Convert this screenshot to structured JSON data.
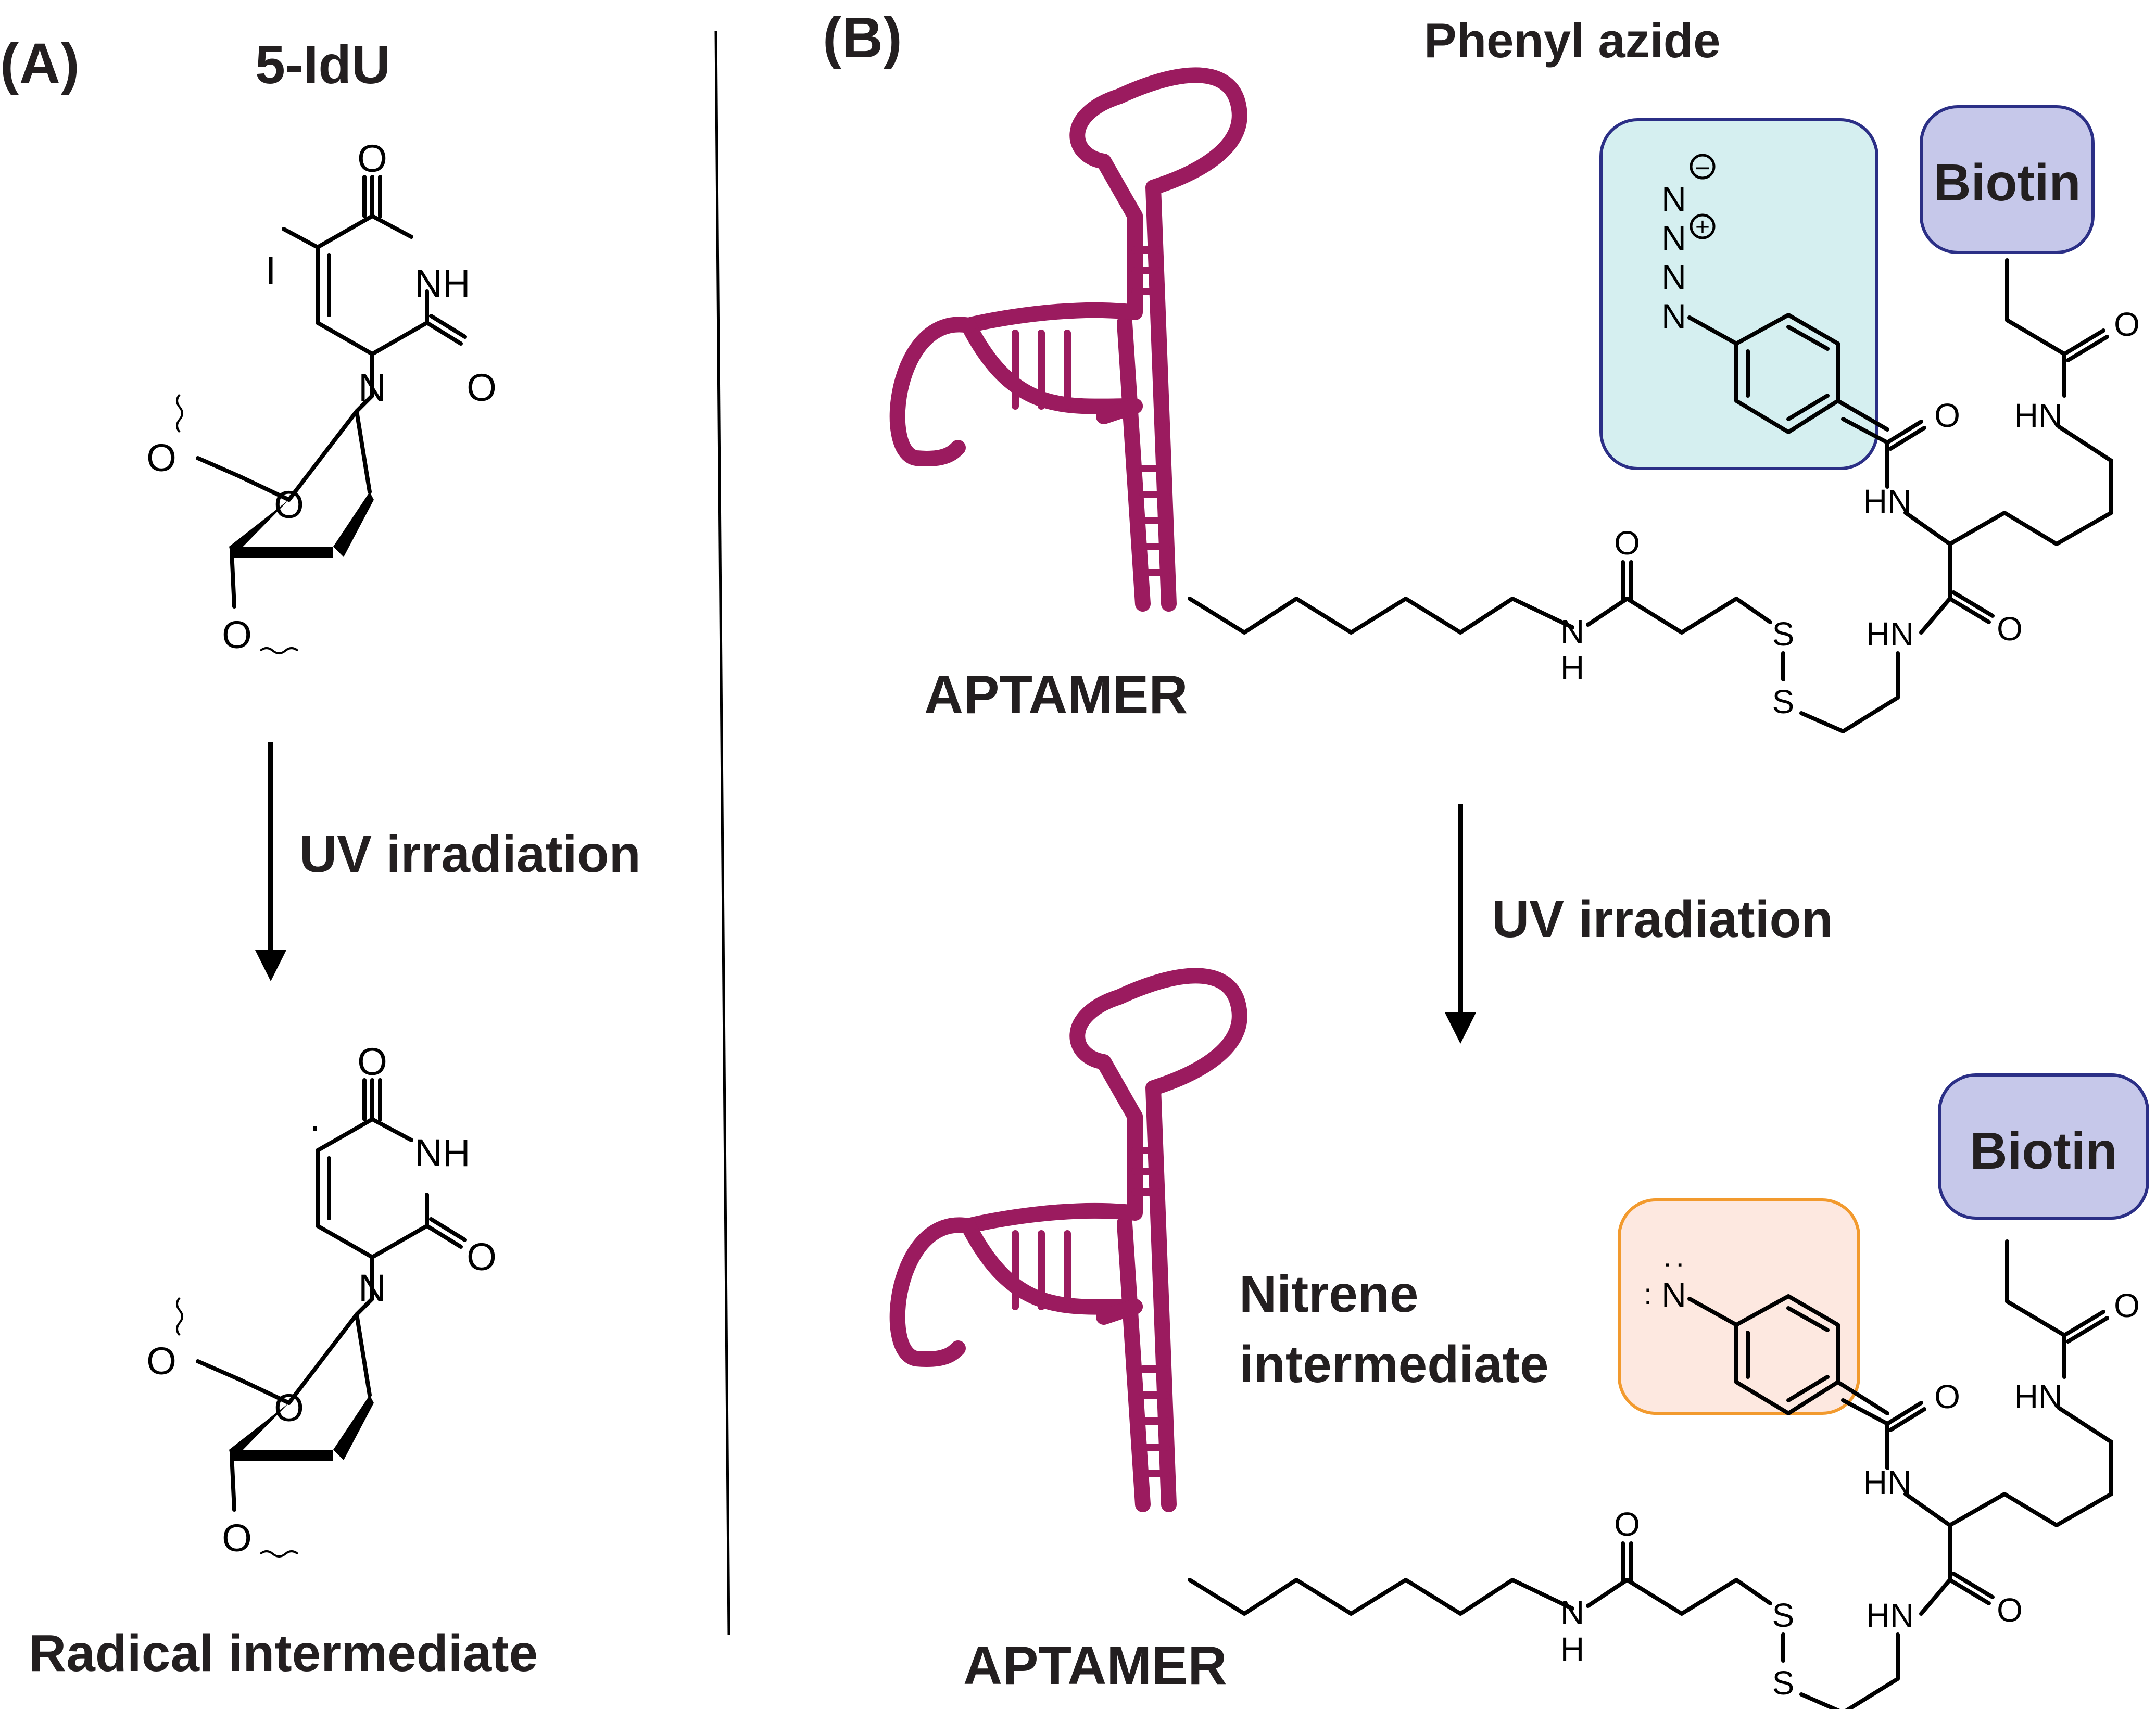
{
  "panel_a": {
    "label": "(A)",
    "compound": "5-IdU",
    "arrow_label": "UV irradiation",
    "product": "Radical intermediate",
    "atoms": {
      "O": "O",
      "NH": "NH",
      "N": "N",
      "I": "I",
      "radical": "·"
    }
  },
  "panel_b": {
    "label": "(B)",
    "title": "Phenyl azide",
    "aptamer": "APTAMER",
    "biotin": "Biotin",
    "arrow_label": "UV irradiation",
    "product": [
      "Nitrene",
      "intermediate"
    ],
    "atoms": {
      "O": "O",
      "HN": "HN",
      "N": "N",
      "H": "H",
      "S": "S",
      "minus": "−",
      "plus": "+",
      "lone_pair": ":"
    }
  },
  "colors": {
    "aptamer": "#9b1b5f",
    "azide_box_fill": "#d5eff0",
    "nitrene_box_fill": "#fde8e0",
    "nitrene_box_stroke": "#f29a2e",
    "biotin_fill": "#c6c8ea",
    "box_stroke": "#2b2f86"
  }
}
